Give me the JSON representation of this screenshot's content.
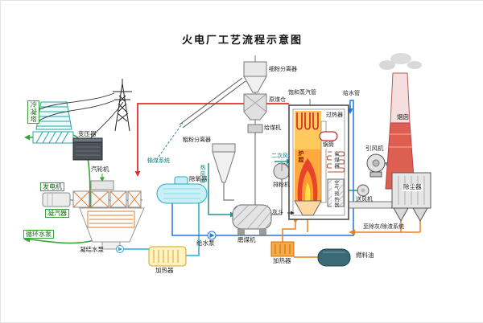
{
  "title": "火电厂工艺流程示意图",
  "colors": {
    "steam_pipe": "#e03030",
    "condensate_pipe": "#29a8d8",
    "feedwater_pipe": "#2277dd",
    "cooling_water_pipe": "#3aa43a",
    "air_flue_duct": "#2a8f8f",
    "oil_ash_pipe": "#e8821e",
    "flame": "#e8442a",
    "chimney_body": "#dd5f52"
  },
  "labels": {
    "cooling_tower": "冷凝塔",
    "transformer": "变压器",
    "steam_turbine": "汽轮机",
    "generator": "发电机",
    "condenser": "凝汽器",
    "circulating_pump": "循环水泵",
    "condensate_pump": "凝结水泵",
    "lp_heater": "加热器",
    "deaerator": "除氧器",
    "feed_pump": "给水泵",
    "coal_system": "输煤系统",
    "fine_separator": "细粉分离器",
    "raw_coal_bunker": "原煤仓",
    "coal_feeder": "给煤机",
    "coarse_separator": "粗粉分离器",
    "coal_mill": "磨煤机",
    "exhauster": "排粉机",
    "hot_air_duct": "热风道",
    "secondary_air": "二次风",
    "ash_hopper": "灰斗",
    "oil_heater": "加热器",
    "fuel_oil": "燃料油",
    "saturated_steam_pipe": "饱和蒸汽管",
    "feed_water_pipe": "给水管",
    "superheater": "过热器",
    "boiler_drum": "锅筒",
    "furnace": "炉膛",
    "economizer": "省煤器",
    "air_preheater": "空气预热器",
    "chimney": "烟囱",
    "id_fan": "引风机",
    "precipitator": "除尘器",
    "fd_fan": "送风机",
    "to_ash_removal": "至除灰/除渣系统"
  }
}
